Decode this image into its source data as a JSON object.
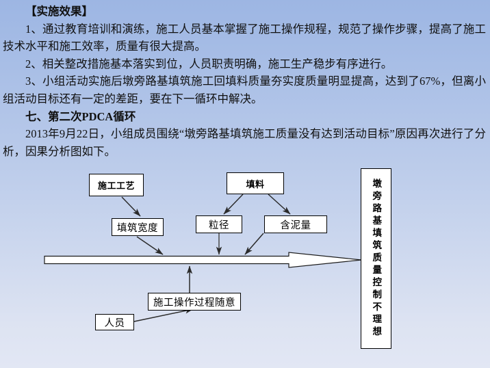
{
  "slide": {
    "heading": "【实施效果】",
    "paragraphs": [
      "1、通过教育培训和演练，施工人员基本掌握了施工操作规程，规范了操作步骤，提高了施工技术水平和施工效率，质量有很大提高。",
      "2、相关整改措施基本落实到位，人员职责明确，施工生产稳步有序进行。",
      "3、小组活动实施后墩旁路基填筑施工回填料质量夯实度质量明显提高，达到了67%，但离小组活动目标还有一定的差距，要在下一循环中解决。"
    ],
    "section_heading": "七、第二次PDCA循环",
    "closing_paragraph": "2013年9月22日，小组成员围绕“墩旁路基填筑施工质量没有达到活动目标”原因再次进行了分析，因果分析图如下。",
    "background_top_color": "#9DB6E3",
    "background_bottom_color": "#E2E7F4"
  },
  "diagram": {
    "type": "fishbone-cause-effect",
    "effect_label": "墩旁路基填筑质量控制不理想",
    "categories": [
      {
        "id": "process",
        "label": "施工工艺"
      },
      {
        "id": "material",
        "label": "填料"
      },
      {
        "id": "personnel",
        "label": "人员"
      }
    ],
    "causes": [
      {
        "id": "fill-width",
        "label": "填筑宽度",
        "parent": "process"
      },
      {
        "id": "grain-size",
        "label": "粒径",
        "parent": "material"
      },
      {
        "id": "mud-content",
        "label": "含泥量",
        "parent": "material"
      },
      {
        "id": "random-operation",
        "label": "施工操作过程随意",
        "parent": "personnel"
      }
    ],
    "spine_color": "#FFFFFF",
    "line_color": "#333333"
  }
}
